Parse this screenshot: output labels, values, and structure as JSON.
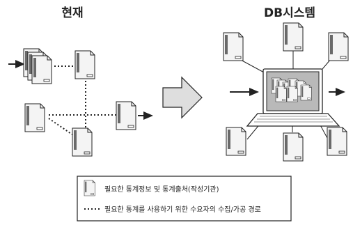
{
  "titles": {
    "current": "현재",
    "db_system": "DB시스템"
  },
  "legend": {
    "doc_label": "필요한 통계정보 및 통계출처(작성기관)",
    "path_label": "필요한 통계를 사용하기 위한 수요자의 수집/가공 경로"
  },
  "colors": {
    "stroke": "#222222",
    "doc_fill": "#f4f4f4",
    "bar_fill": "#6a6a6a",
    "arrow_fill": "#dedede",
    "screen_fill": "#b9b9b9"
  }
}
